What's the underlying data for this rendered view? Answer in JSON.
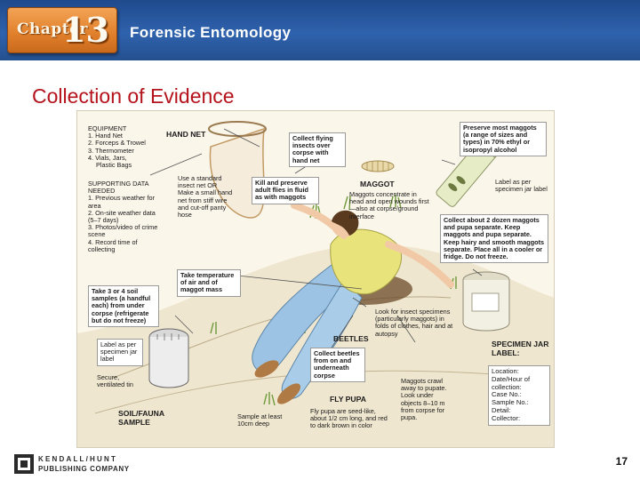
{
  "header": {
    "chapter_word": "Chapter",
    "chapter_number": "13",
    "course_title": "Forensic Entomology"
  },
  "slide_title": "Collection of Evidence",
  "figure": {
    "equipment": {
      "heading": "EQUIPMENT",
      "items": [
        "1. Hand Net",
        "2. Forceps & Trowel",
        "3. Thermometer",
        "4. Vials, Jars,",
        "Plastic Bags"
      ]
    },
    "supporting": {
      "heading": "SUPPORTING DATA NEEDED",
      "items": [
        "1. Previous weather for area",
        "2. On-site weather data (5–7 days)",
        "3. Photos/video of crime scene",
        "4. Record time of collecting"
      ]
    },
    "hand_net_label": "HAND NET",
    "net_note": "Use a standard insect net OR Make a small hand net from stiff wire and cut-off panty hose",
    "flying_note": "Collect flying insects over corpse with hand net",
    "kill_note": "Kill and preserve adult flies in fluid as with maggots",
    "maggot_label": "MAGGOT",
    "maggot_note": "Maggots concentrate in head and open wounds first—also at corpse/ground interface",
    "preserve_note_pre": "Preserve most maggots (a range of sizes and types) in",
    "preserve_note_bold": "70% ethyl or isopropyl",
    "preserve_note_post": "alcohol",
    "jar_label_note": "Label as per specimen jar label",
    "collect_note": "Collect about 2 dozen maggots and pupa separate. Keep maggots and pupa separate. Keep hairy and smooth maggots separate. Place all in a cooler or fridge. Do not freeze.",
    "temp_note": "Take temperature of air and of maggot mass",
    "soil_note": "Take 3 or 4 soil samples (a handful each) from under corpse (refrigerate but do not freeze)",
    "soil_label_note": "Label as per specimen jar label",
    "tin_note": "Secure, ventilated tin",
    "soil_fauna_label": "SOIL/FAUNA SAMPLE",
    "sample_note": "Sample at least 10cm deep",
    "look_note": "Look for insect specimens (particularly maggots) in folds of clothes, hair and at autopsy",
    "beetles_label": "BEETLES",
    "beetles_note": "Collect beetles from on and underneath corpse",
    "fly_pupa_label": "FLY PUPA",
    "fly_pupa_note": "Fly pupa are seed-like, about 1/2 cm long, and red to dark brown in color",
    "crawl_note": "Maggots crawl away to pupate. Look under objects 8–10 m from corpse for pupa.",
    "specimen_label": {
      "heading": "SPECIMEN JAR LABEL:",
      "lines": [
        "Location:",
        "Date/Hour of collection:",
        "Case No.:",
        "Sample No.:",
        "Detail:",
        "Collector:"
      ]
    }
  },
  "footer": {
    "publisher_line1": "KENDALL/HUNT",
    "publisher_line2": "PUBLISHING COMPANY",
    "page_number": "17"
  },
  "colors": {
    "header_blue": "#2f62ad",
    "chapter_orange": "#e07f2a",
    "title_red": "#b5121b"
  }
}
